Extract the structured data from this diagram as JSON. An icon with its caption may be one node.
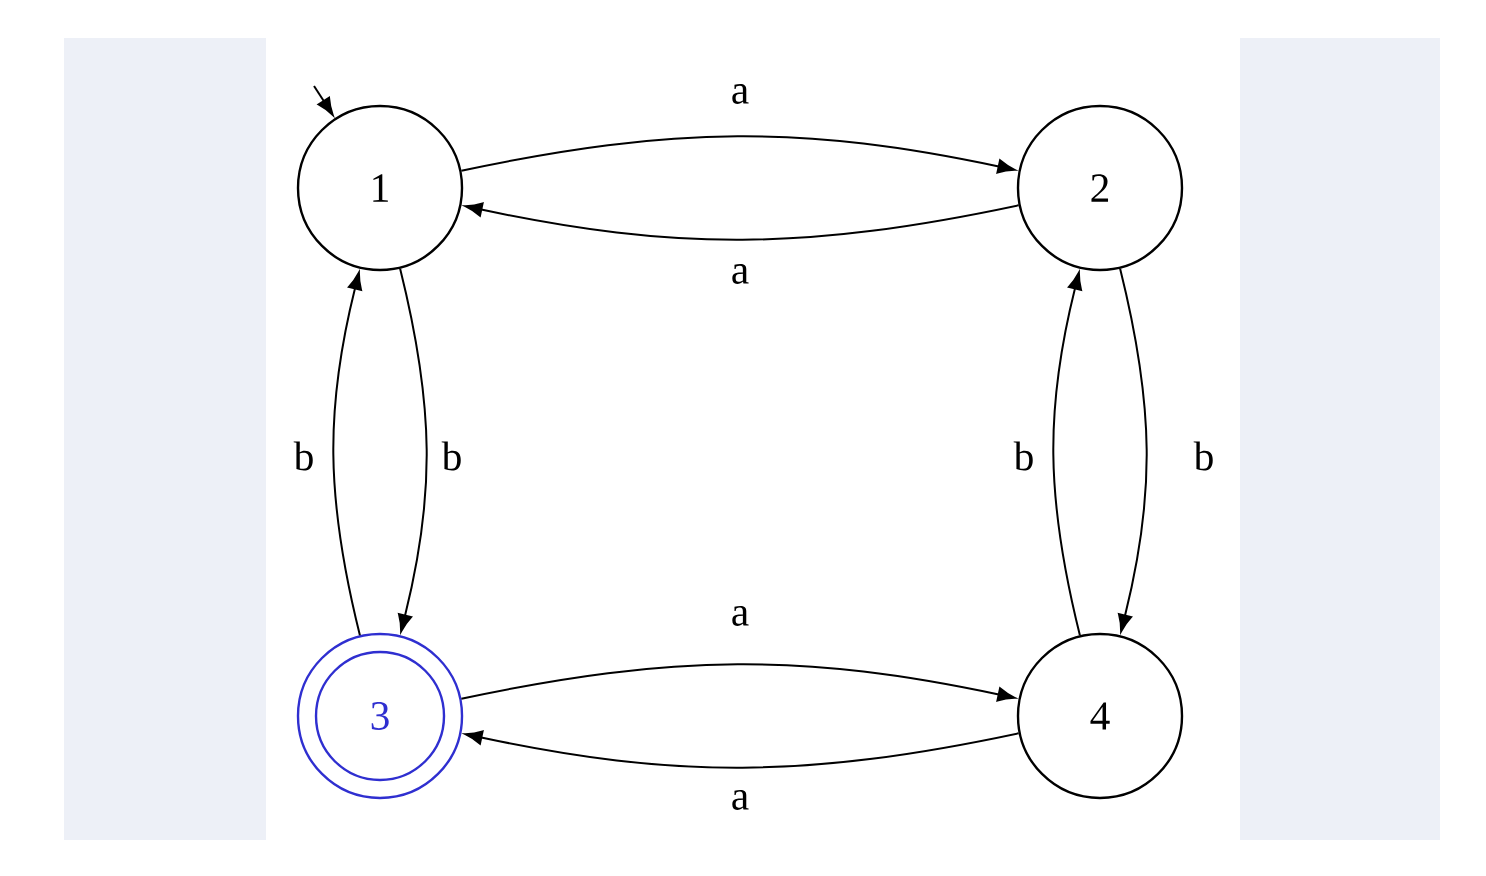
{
  "diagram": {
    "nodes": [
      {
        "text": [
          "1"
        ]
      },
      {
        "text": [
          "2"
        ]
      },
      {
        "text": [
          "3"
        ]
      },
      {
        "text": [
          "4"
        ]
      }
    ],
    "edges": [
      {
        "from": 0,
        "to": 1,
        "label": "a",
        "arrow": "to"
      },
      {
        "from": 1,
        "to": 0,
        "label": "a",
        "arrow": "to"
      },
      {
        "from": 0,
        "to": 2,
        "label": "b",
        "arrow": "to"
      },
      {
        "from": 2,
        "to": 0,
        "label": "b",
        "arrow": "to"
      },
      {
        "from": 1,
        "to": 3,
        "label": "b",
        "arrow": "to"
      },
      {
        "from": 3,
        "to": 1,
        "label": "b",
        "arrow": "to"
      },
      {
        "from": 2,
        "to": 3,
        "label": "a",
        "arrow": "to"
      },
      {
        "from": 3,
        "to": 2,
        "label": "a",
        "arrow": "to"
      },
      {
        "from": null,
        "to": 0,
        "arrow": "to"
      }
    ]
  }
}
